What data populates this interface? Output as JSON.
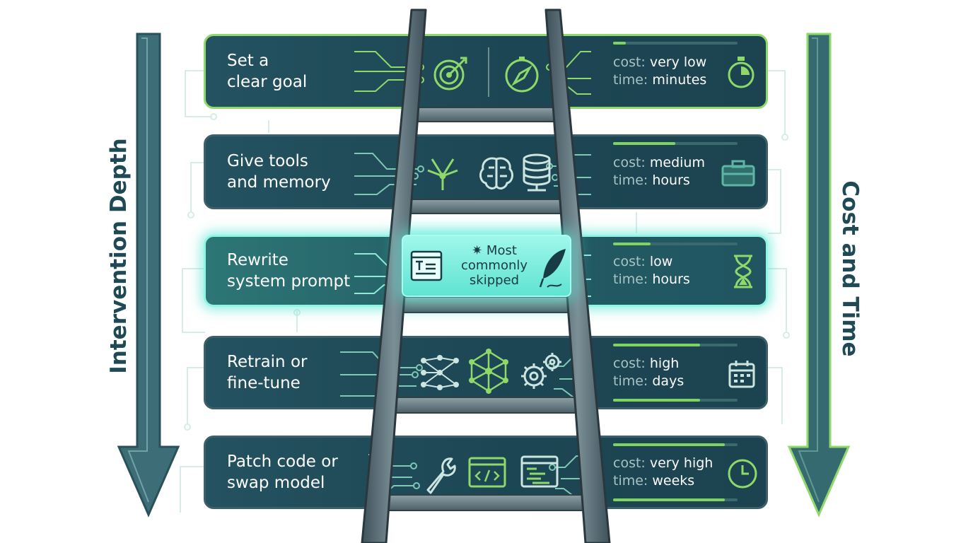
{
  "axes": {
    "left_label": "Intervention Depth",
    "right_label": "Cost and Time"
  },
  "stat_labels": {
    "cost": "cost:",
    "time": "time:"
  },
  "steps": [
    {
      "title_line1": "Set a",
      "title_line2": "clear goal",
      "cost": "very low",
      "time": "minutes",
      "icons": [
        "target-icon",
        "compass-icon"
      ],
      "time_icon": "stopwatch-icon"
    },
    {
      "title_line1": "Give tools",
      "title_line2": "and memory",
      "cost": "medium",
      "time": "hours",
      "icons": [
        "multitool-icon",
        "brain-icon",
        "database-icon"
      ],
      "time_icon": "toolbox-icon"
    },
    {
      "title_line1": "Rewrite",
      "title_line2": "system prompt",
      "cost": "low",
      "time": "hours",
      "icons": [
        "prompt-window-icon",
        "quill-icon"
      ],
      "time_icon": "hourglass-icon"
    },
    {
      "title_line1": "Retrain or",
      "title_line2": "fine-tune",
      "cost": "high",
      "time": "days",
      "icons": [
        "neural-network-icon",
        "network-node-icon",
        "gears-icon"
      ],
      "time_icon": "calendar-icon"
    },
    {
      "title_line1": "Patch code or",
      "title_line2": "swap model",
      "cost": "very high",
      "time": "weeks",
      "icons": [
        "wrench-icon",
        "code-window-icon",
        "terminal-icon"
      ],
      "time_icon": "clock-icon"
    }
  ],
  "callout": {
    "star": "✷",
    "line1": "Most",
    "line2": "commonly",
    "line3": "skipped"
  },
  "colors": {
    "panel_bg": "#1f4a57",
    "accent_green": "#8fd86a",
    "highlight_cyan": "#6ff0dc",
    "arrow_teal": "#3d6d76",
    "label_dark": "#1f4a55"
  }
}
